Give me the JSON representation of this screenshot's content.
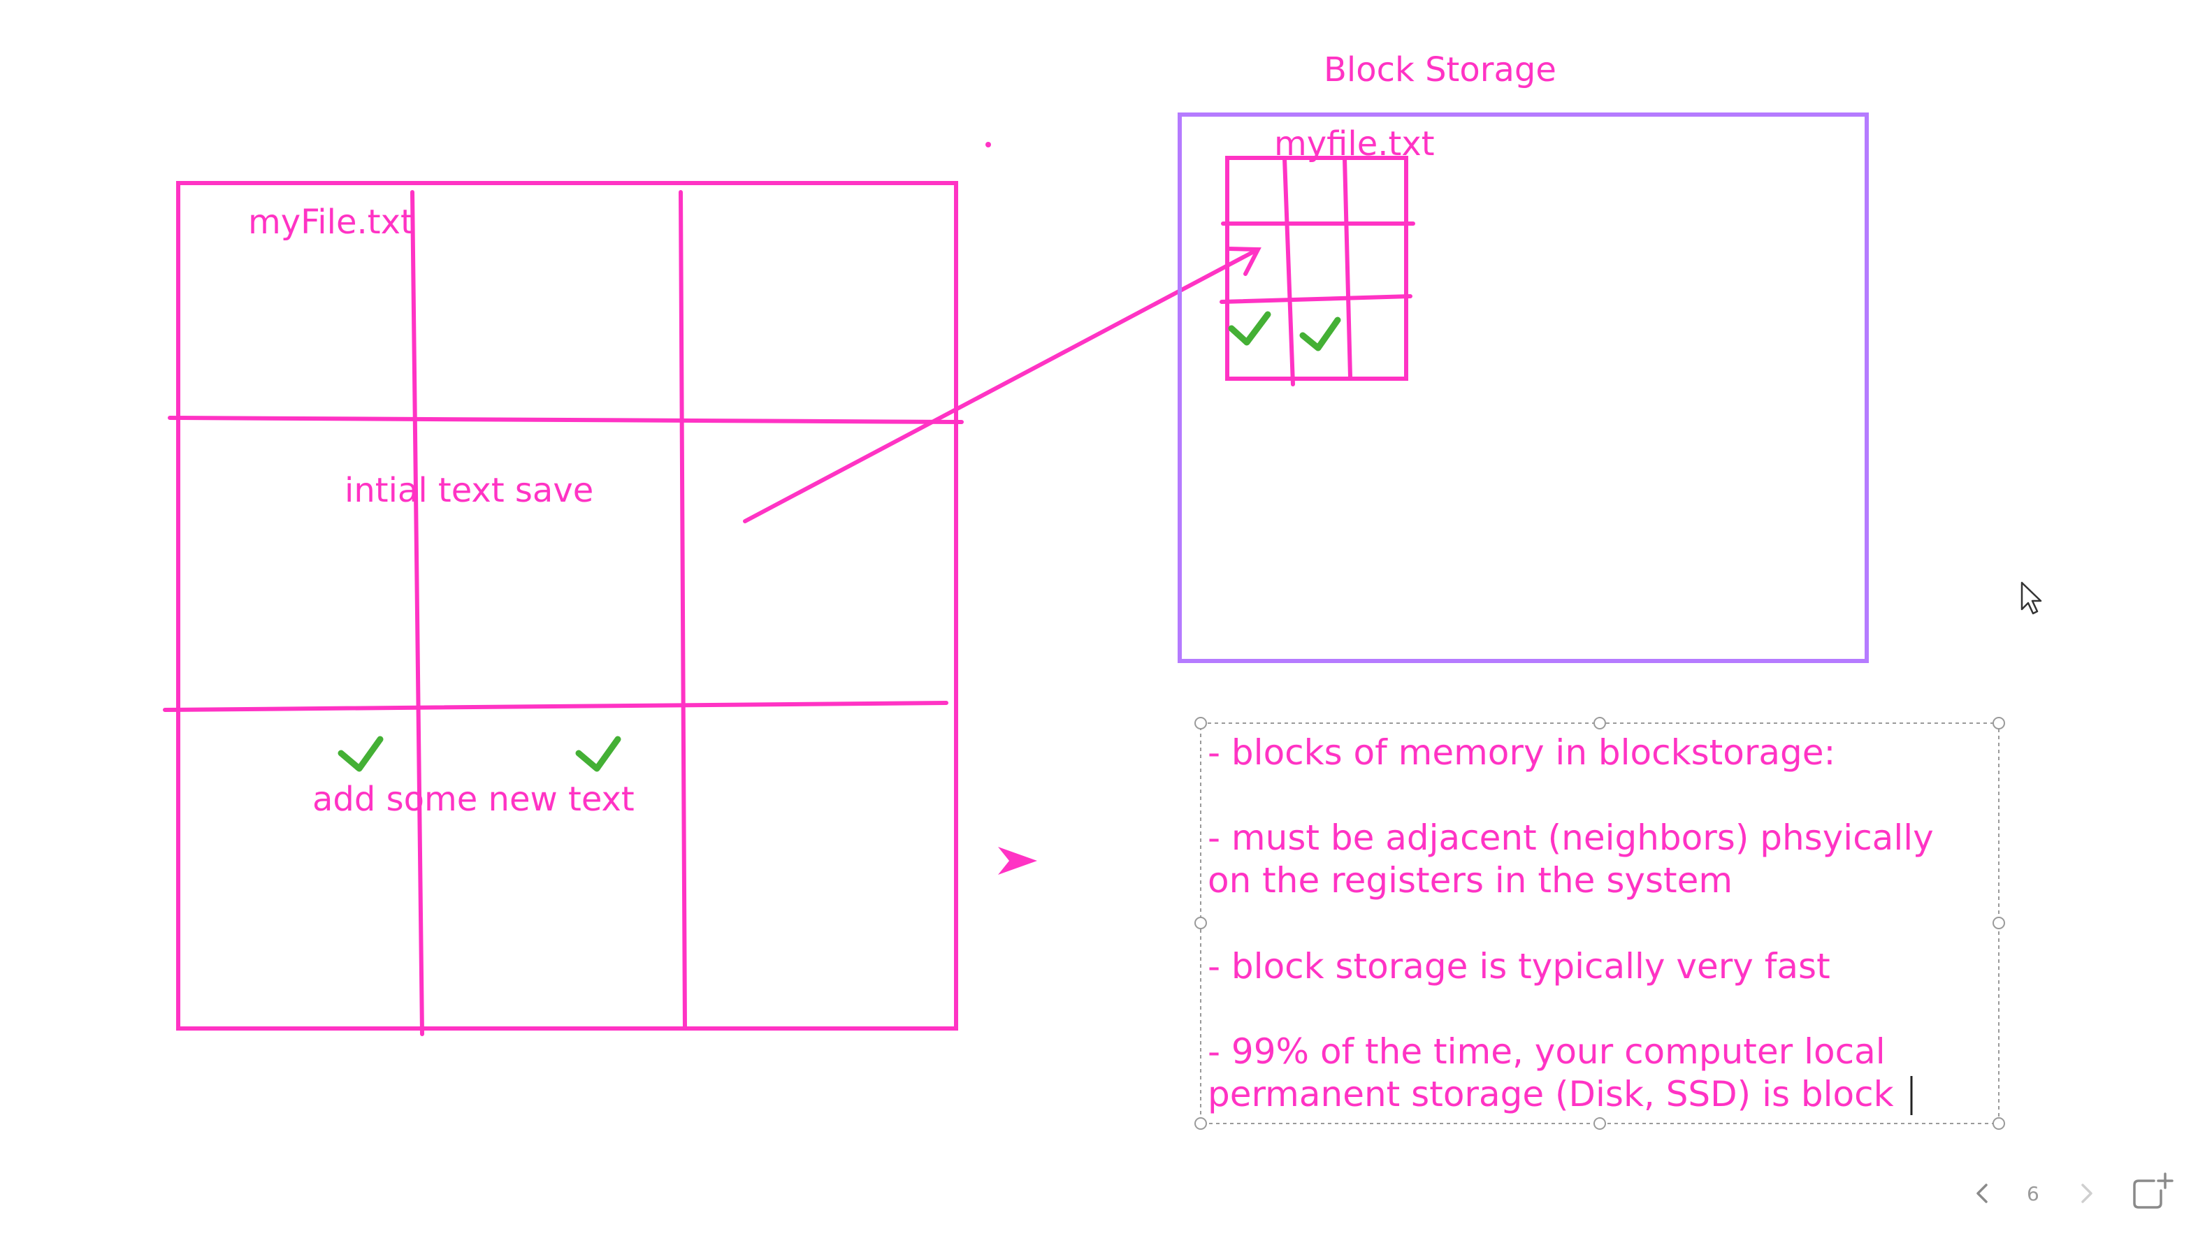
{
  "canvas": {
    "left_table": {
      "title": "myFile.txt",
      "middle_text": "intial text save",
      "bottom_text": "add some new text"
    },
    "block_storage": {
      "title": "Block Storage",
      "file_label": "myfile.txt"
    },
    "notes": {
      "lines": [
        "- blocks of memory in blockstorage:",
        "- must be adjacent (neighbors) phsyically",
        "on the registers in the system",
        "- block storage is typically very fast",
        "- 99% of the time, your computer local",
        "permanent storage (Disk, SSD) is block"
      ]
    },
    "colors": {
      "ink": "#ff33c4",
      "storage_box": "#b57bff",
      "check": "#44b035",
      "selection": "#9a9a9a"
    }
  },
  "pager": {
    "prev_icon": "chevron-left-icon",
    "page_number": "6",
    "next_icon": "chevron-right-icon",
    "add_page_icon": "add-page-icon"
  }
}
